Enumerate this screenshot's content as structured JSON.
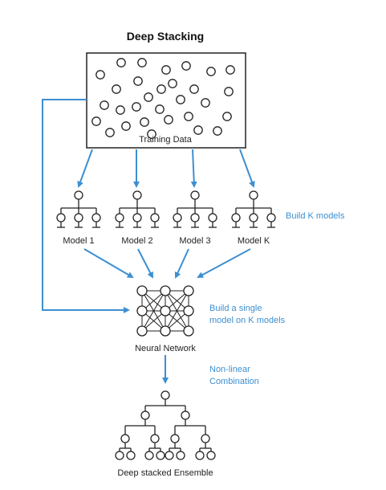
{
  "title": "Deep Stacking",
  "training_data_label": "Training Data",
  "models": [
    "Model 1",
    "Model 2",
    "Model 3",
    "Model K"
  ],
  "build_models_note": "Build K models",
  "network_label": "Neural Network",
  "network_note": [
    "Build a single",
    "model on K models"
  ],
  "combination_note": [
    "Non-linear",
    "Combination"
  ],
  "ensemble_label": "Deep stacked Ensemble",
  "colors": {
    "arrow": "#3d8fd1",
    "note": "#3d8fd1",
    "line": "#222222",
    "node_fill": "#ffffff"
  }
}
